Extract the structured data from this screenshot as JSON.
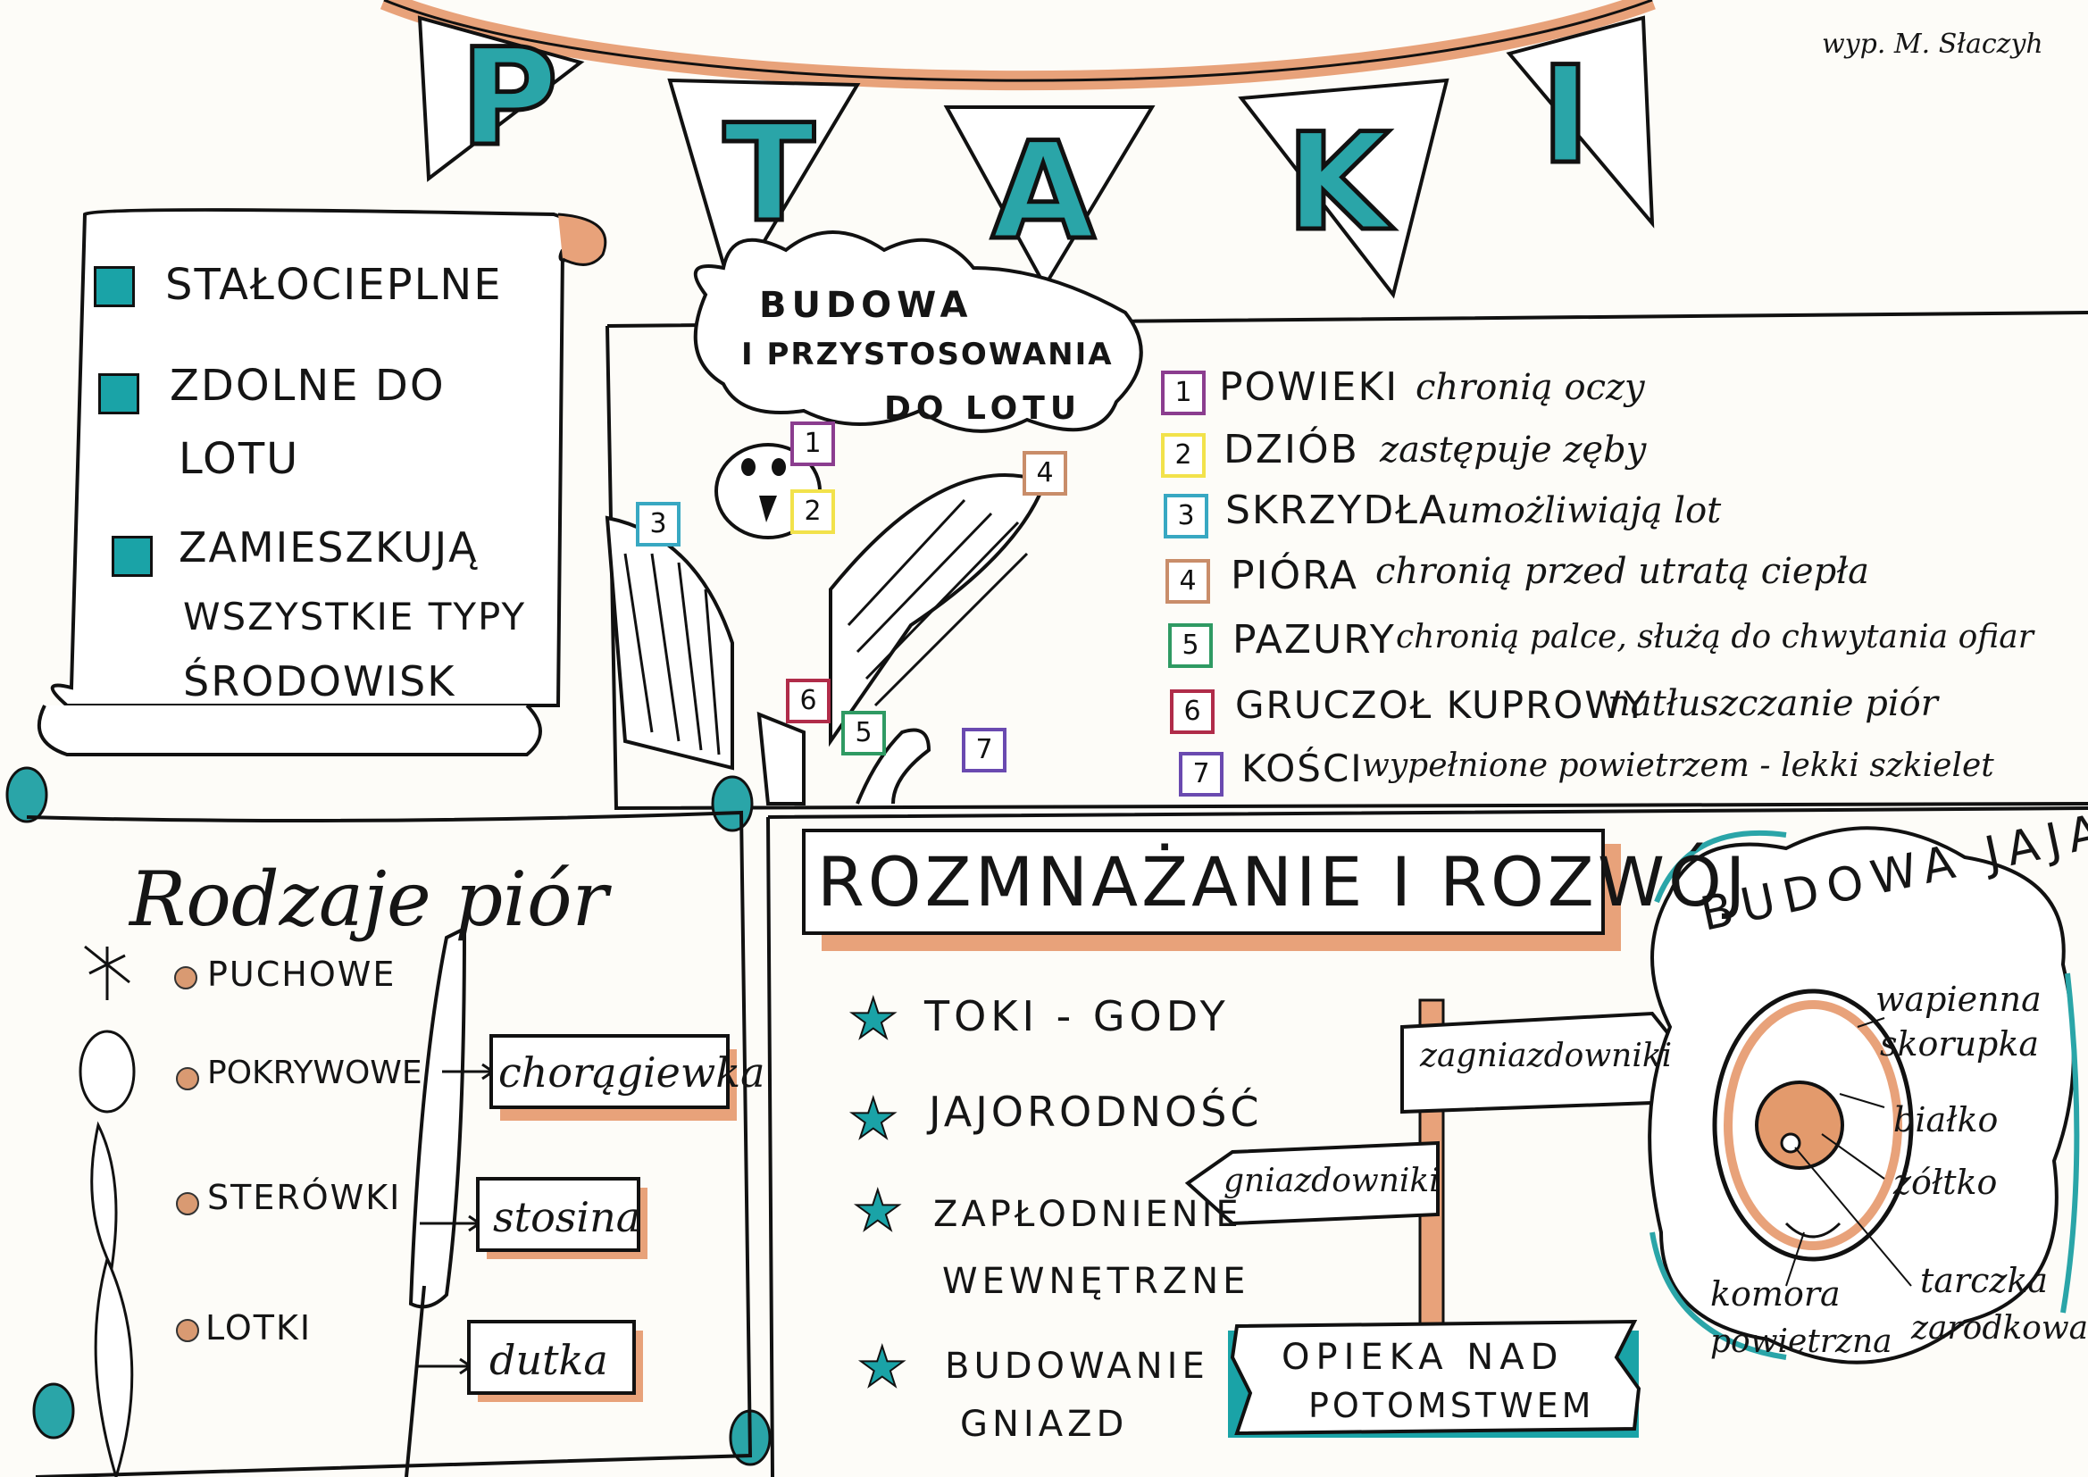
{
  "title_letters": [
    "P",
    "T",
    "A",
    "K",
    "I"
  ],
  "signature": "wyp. M. Słaczyh",
  "traits": [
    "STAŁOCIEPLNE",
    "ZDOLNE DO",
    "LOTU",
    "ZAMIESZKUJĄ",
    "WSZYSTKIE TYPY",
    "ŚRODOWISK"
  ],
  "cloud_title": [
    "BUDOWA",
    "I PRZYSTOSOWANIA",
    "DO LOTU"
  ],
  "adaptations": [
    {
      "n": "1",
      "name": "POWIEKI",
      "desc": "chronią oczy",
      "color": "#8b3d8f"
    },
    {
      "n": "2",
      "name": "DZIÓB",
      "desc": "zastępuje zęby",
      "color": "#f2e24b"
    },
    {
      "n": "3",
      "name": "SKRZYDŁA",
      "desc": "umożliwiają lot",
      "color": "#38a8c2"
    },
    {
      "n": "4",
      "name": "PIÓRA",
      "desc": "chronią przed utratą ciepła",
      "color": "#c98d6a"
    },
    {
      "n": "5",
      "name": "PAZURY",
      "desc": "chronią palce, służą do chwytania ofiar",
      "color": "#2f9a63"
    },
    {
      "n": "6",
      "name": "GRUCZOŁ KUPROWY",
      "desc": "natłuszczanie piór",
      "color": "#b02c49"
    },
    {
      "n": "7",
      "name": "KOŚCI",
      "desc": "wypełnione powietrzem - lekki szkielet",
      "color": "#6a4ab0"
    }
  ],
  "feathers": {
    "title": "Rodzaje piór",
    "types": [
      "PUCHOWE",
      "POKRYWOWE",
      "STERÓWKI",
      "LOTKI"
    ],
    "parts": [
      "chorągiewka",
      "stosina",
      "dutka"
    ]
  },
  "reproduction": {
    "title": "ROZMNAŻANIE I ROZWÓJ",
    "items": [
      "TOKI - GODY",
      "JAJORODNOŚĆ",
      "ZAPŁODNIENIE",
      "WEWNĘTRZNE",
      "BUDOWANIE",
      "GNIAZD"
    ],
    "signpost": [
      "zagniazdowniki",
      "gniazdowniki"
    ],
    "care": [
      "OPIEKA NAD",
      "POTOMSTWEM"
    ]
  },
  "egg": {
    "title": "BUDOWA JAJA",
    "labels": [
      "wapienna",
      "skorupka",
      "białko",
      "żółtko",
      "komora",
      "powietrzna",
      "tarczka",
      "zarodkowa"
    ]
  },
  "colors": {
    "teal": "#1aa3a7",
    "peach": "#e8a27a",
    "ink": "#111111"
  }
}
